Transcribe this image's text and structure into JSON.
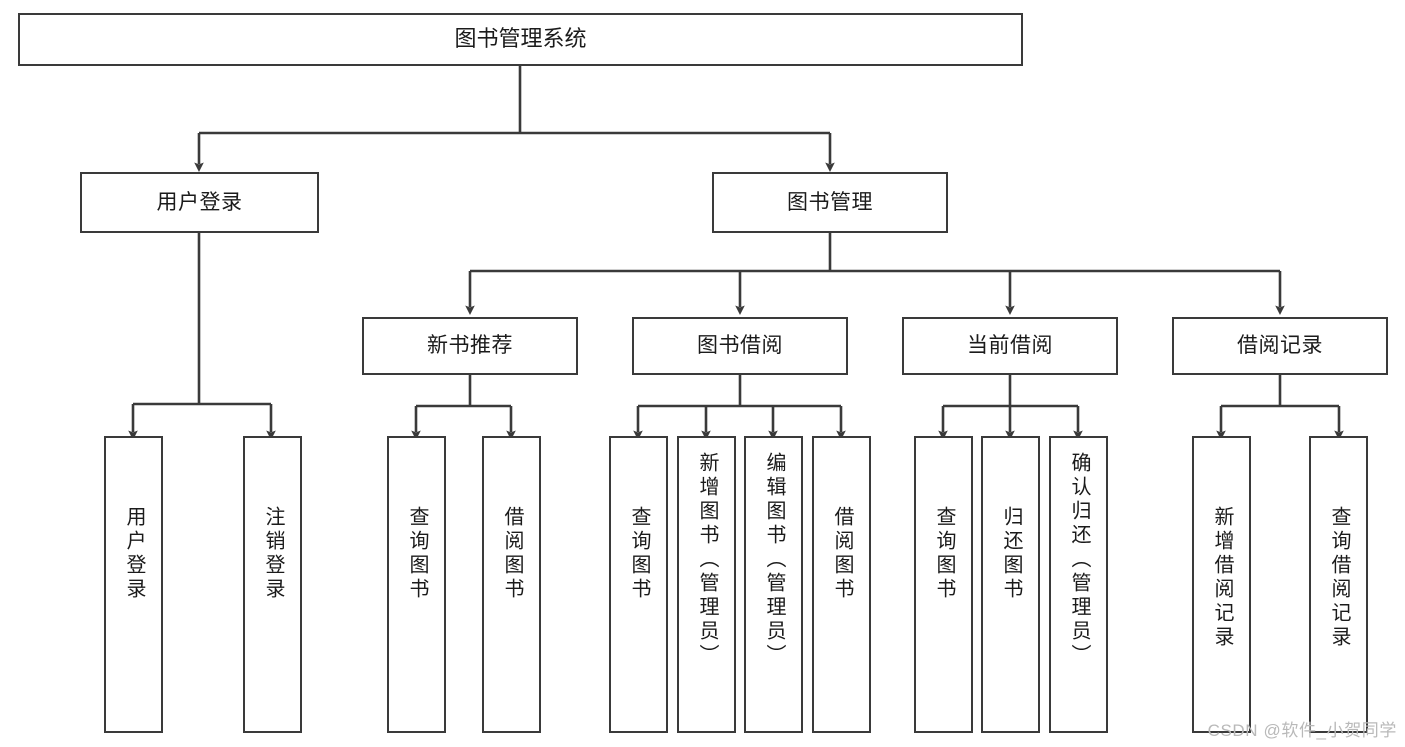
{
  "diagram": {
    "title": "图书管理系统",
    "type": "function-structure-tree",
    "stroke_color": "#3a3a3a",
    "text_color": "#1b1b1b",
    "background": "#ffffff",
    "root": {
      "label": "图书管理系统"
    },
    "level1": [
      {
        "label": "用户登录"
      },
      {
        "label": "图书管理"
      }
    ],
    "level2": [
      {
        "label": "新书推荐"
      },
      {
        "label": "图书借阅"
      },
      {
        "label": "当前借阅"
      },
      {
        "label": "借阅记录"
      }
    ],
    "leaves": {
      "user_login": [
        {
          "label": "用户登录"
        },
        {
          "label": "注销登录"
        }
      ],
      "new_book": [
        {
          "label": "查询图书"
        },
        {
          "label": "借阅图书"
        }
      ],
      "book_borrow": [
        {
          "label": "查询图书"
        },
        {
          "label": "新增图书（管理员）"
        },
        {
          "label": "编辑图书（管理员）"
        },
        {
          "label": "借阅图书"
        }
      ],
      "current_borrow": [
        {
          "label": "查询图书"
        },
        {
          "label": "归还图书"
        },
        {
          "label": "确认归还（管理员）"
        }
      ],
      "borrow_record": [
        {
          "label": "新增借阅记录"
        },
        {
          "label": "查询借阅记录"
        }
      ]
    },
    "watermark": "CSDN @软件_小贺同学"
  }
}
